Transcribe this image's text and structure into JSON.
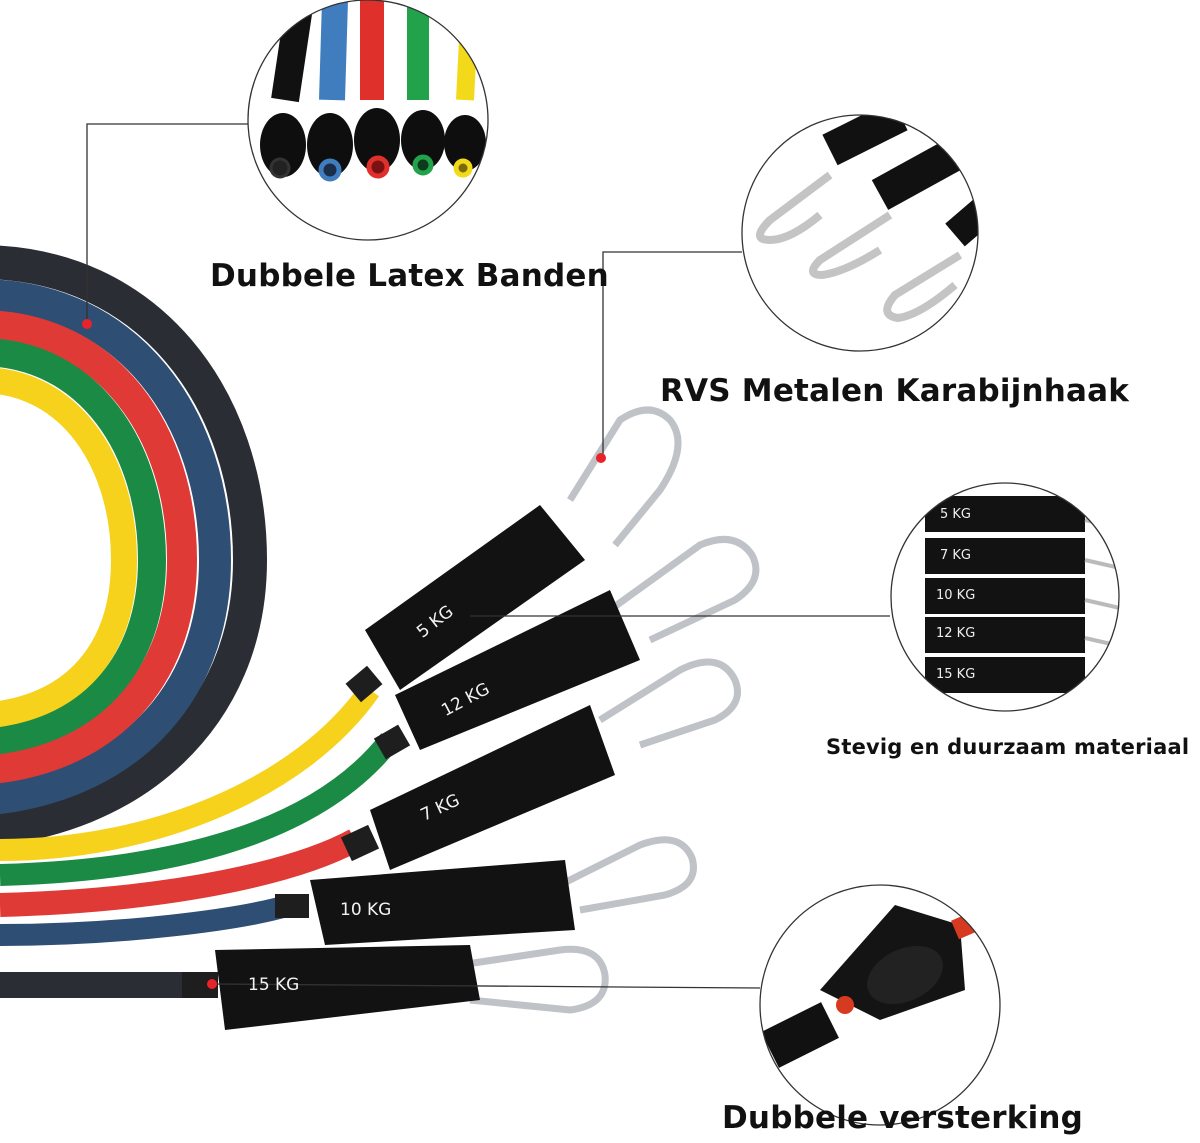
{
  "callouts": {
    "latex": "Dubbele Latex Banden",
    "carabiner": "RVS Metalen Karabijnhaak",
    "material": "Stevig en duurzaam materiaal",
    "reinforcement": "Dubbele versterking"
  },
  "handles": [
    {
      "label": "5 KG",
      "band_color": "#f5d21a"
    },
    {
      "label": "12 KG",
      "band_color": "#1f8a3c"
    },
    {
      "label": "7 KG",
      "band_color": "#e33a2a"
    },
    {
      "label": "10 KG",
      "band_color": "#2c4a72"
    },
    {
      "label": "15 KG",
      "band_color": "#2a2d33"
    }
  ],
  "inset_material_labels": [
    "5 KG",
    "7 KG",
    "10 KG",
    "12 KG",
    "15 KG"
  ],
  "colors": {
    "black_band": "#2a2d33",
    "blue_band": "#2e4e73",
    "red_band": "#e03a36",
    "green_band": "#1b8a45",
    "yellow_band": "#f6d21c",
    "marker_red": "#e8242a",
    "strap": "#121212",
    "steel": "#c9c9c9"
  }
}
